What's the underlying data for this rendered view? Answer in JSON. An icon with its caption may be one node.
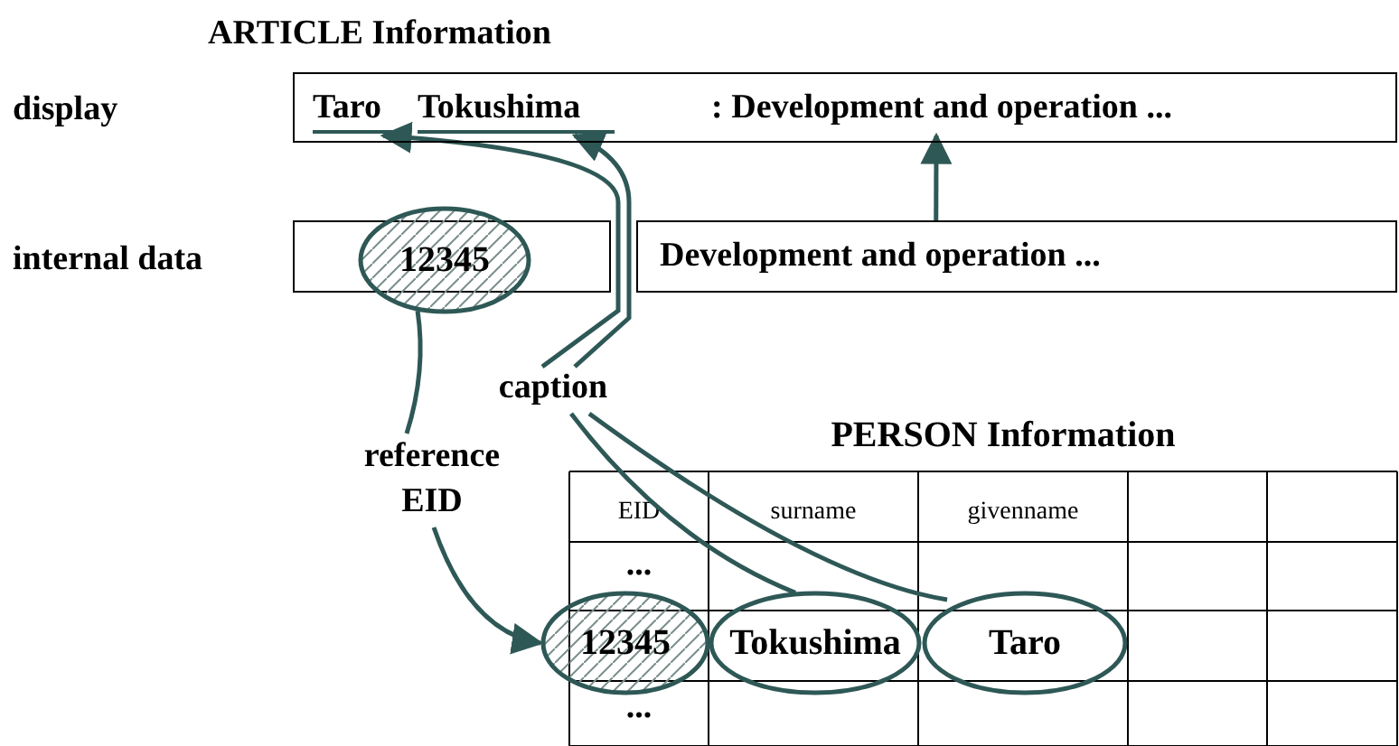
{
  "diagram": {
    "nodes": [
      {
        "text": [],
        "shape": "box"
      },
      {
        "text": [
          "Taro"
        ],
        "in": 0
      },
      {
        "text": [
          "Tokushima"
        ],
        "in": 0
      },
      {
        "text": [
          ": Development and operation ..."
        ],
        "in": 0
      },
      {
        "text": [],
        "shape": "box"
      },
      {
        "text": [
          "12345"
        ]
      },
      {
        "text": [
          "Development and operation ..."
        ]
      },
      {
        "text": [
          "caption"
        ]
      },
      {
        "text": [
          "reference EID"
        ]
      },
      {
        "text": [
          "12345"
        ]
      },
      {
        "text": [
          "Tokushima"
        ]
      },
      {
        "text": [
          "Taro"
        ]
      }
    ],
    "edges": [
      {
        "from": 7,
        "to": 1,
        "arrow": "to"
      },
      {
        "from": 7,
        "to": 2,
        "arrow": "to"
      },
      {
        "from": 6,
        "to": 3,
        "arrow": "to"
      },
      {
        "from": 10,
        "to": 7,
        "arrow": "none"
      },
      {
        "from": 11,
        "to": 7,
        "arrow": "none"
      },
      {
        "from": 5,
        "to": 8,
        "arrow": "none"
      },
      {
        "from": 8,
        "to": 9,
        "arrow": "to"
      }
    ],
    "labels": [
      "ARTICLE Information",
      "display",
      "internal data",
      "PERSON Information",
      "EID",
      "surname",
      "givenname",
      "...",
      "..."
    ]
  }
}
